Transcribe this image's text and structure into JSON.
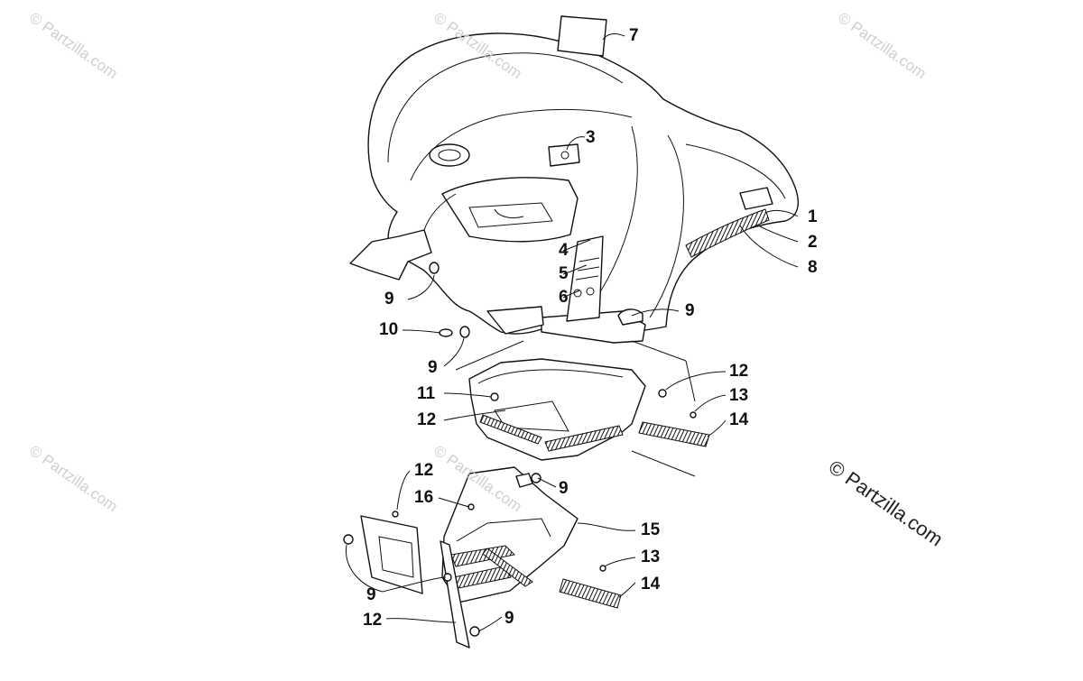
{
  "watermark": "© Partzilla.com",
  "copyright": "© Partzilla.com",
  "callouts": {
    "c1": "1",
    "c2": "2",
    "c3": "3",
    "c4": "4",
    "c5": "5",
    "c6": "6",
    "c7": "7",
    "c8": "8",
    "c9a": "9",
    "c9b": "9",
    "c9c": "9",
    "c9d": "9",
    "c9e": "9",
    "c9f": "9",
    "c10": "10",
    "c11": "11",
    "c12a": "12",
    "c12b": "12",
    "c12c": "12",
    "c12d": "12",
    "c13a": "13",
    "c13b": "13",
    "c14a": "14",
    "c14b": "14",
    "c15": "15",
    "c16": "16"
  }
}
